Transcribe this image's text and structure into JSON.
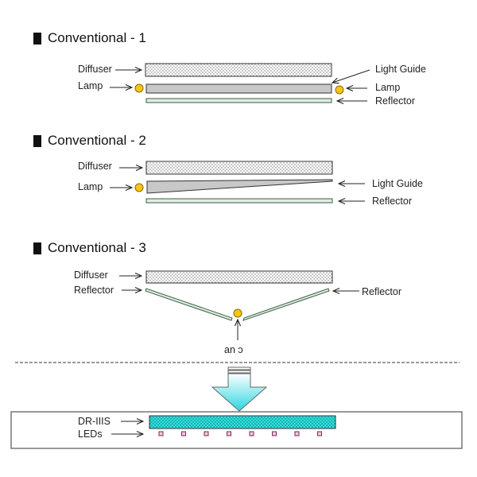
{
  "sections": [
    {
      "title": "Conventional - 1",
      "labels": {
        "diffuser": "Diffuser",
        "lamp_left": "Lamp",
        "light_guide": "Light Guide",
        "lamp_right": "Lamp",
        "reflector": "Reflector"
      }
    },
    {
      "title": "Conventional - 2",
      "labels": {
        "diffuser": "Diffuser",
        "lamp_left": "Lamp",
        "light_guide": "Light Guide",
        "reflector": "Reflector"
      }
    },
    {
      "title": "Conventional - 3",
      "labels": {
        "diffuser": "Diffuser",
        "reflector_left": "Reflector",
        "reflector_right": "Reflector",
        "lamp_bottom": "an ɔ"
      }
    }
  ],
  "result": {
    "labels": {
      "dr_iiis": "DR-IIIS",
      "leds": "LEDs"
    },
    "led_count": 8
  },
  "colors": {
    "lamp": "#f5c518",
    "lamp_stroke": "#8a6d00",
    "light_guide": "#c8c8c8",
    "reflector": "#dfeee0",
    "reflector_stroke": "#3e5e46",
    "diffuser_fill": "#ffffff",
    "dr_iiis_fill": "#2fe0e0",
    "led_fill": "#f3c9de",
    "led_stroke": "#7a2b55",
    "arrow_top": "#ffffff",
    "arrow_bottom": "#2ad6e0"
  }
}
